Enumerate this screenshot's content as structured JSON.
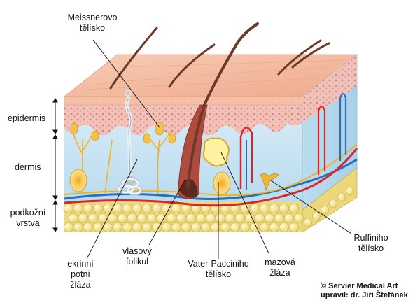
{
  "layers": {
    "epidermis": "epidermis",
    "dermis": "dermis",
    "subcutis": "podkožní\nvrstva"
  },
  "callouts": {
    "meissner": "Meissnerovo\ntělísko",
    "ruffini": "Ruffiniho\ntělísko",
    "eccrine": "ekrinní\npotní\nžláza",
    "follicle": "vlasový\nfolikul",
    "pacini": "Vater-Pacciniho\ntělísko",
    "sebaceous": "mazová\nžláza"
  },
  "credit": "© Servier Medical Art\nupravil: dr. Jiří Štefánek",
  "colors": {
    "skin_surface": "#f3b89c",
    "epidermis": "#f4c6b8",
    "dermis": "#cfe6f4",
    "fat": "#f6e58c",
    "hair": "#6b3a2a",
    "artery": "#d8262b",
    "vein": "#2c6fb8",
    "nerve": "#f0b320"
  }
}
